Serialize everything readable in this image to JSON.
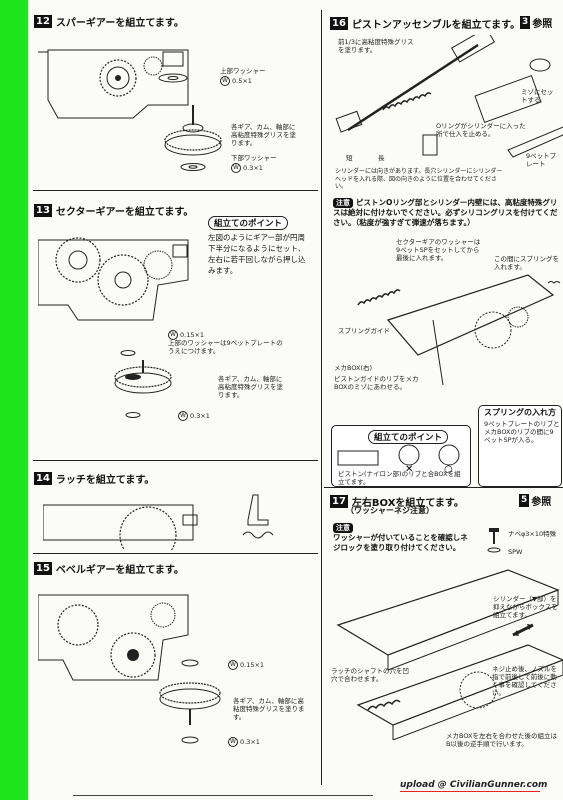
{
  "s12": {
    "num": "12",
    "title": "スパーギアーを組立てます。",
    "lbl_upper_washer": "上部ワッシャー",
    "lbl_w05": "0.5×1",
    "lbl_grease": "各ギア、カム、軸部に高粘度特殊グリスを塗ります。",
    "lbl_lower_washer": "下部ワッシャー",
    "lbl_w03": "0.3×1"
  },
  "s13": {
    "num": "13",
    "title": "セクターギアーを組立てます。",
    "point_title": "組立てのポイント",
    "point_text": "左図のようにギアー部が円周下半分になるようにセット、左右に若干回しながら押し込みます。",
    "lbl_w015": "0.15×1",
    "lbl_washer_plate": "上部のワッシャーは9ベットプレートのうえにつけます。",
    "lbl_grease": "各ギア、カム、軸部に高粘度特殊グリスを塗ります。",
    "lbl_w03": "0.3×1"
  },
  "s14": {
    "num": "14",
    "title": "ラッチを組立てます。"
  },
  "s15": {
    "num": "15",
    "title": "ベベルギアーを組立てます。",
    "lbl_w015": "0.15×1",
    "lbl_grease": "各ギア、カム、軸部に高粘度特殊グリスを塗ります。",
    "lbl_w03": "0.3×1"
  },
  "s16": {
    "num": "16",
    "title": "ピストンアッセンブルを組立てます。",
    "ref_num": "3",
    "ref_label": "参照",
    "lbl_grease13": "前1/3に高粘度特殊グリスを塗ります。",
    "lbl_mini": "ミゾにセットする",
    "lbl_cylinder_in": "Oリングがシリンダーに入った所で仕入を止める。",
    "lbl_9pet": "9ペットプレート",
    "lbl_cyl_note": "シリンダーには向きがあります。長穴シリンダーにシリンダーヘッドを入れる際、図の向きのように位置を合わせてください。",
    "lbl_short": "短",
    "lbl_long": "長",
    "warn_badge": "注意",
    "warn_text": "ピストンOリング部とシリンダー内壁には、高粘度特殊グリスは絶対に付けないでください。必ずシリコングリスを付けてください。（粘度が強すぎて弾速が落ちます。）",
    "lbl_sector_washer": "セクターギアのワッシャーは9ペットSPをセットしてから最後に入れます。",
    "lbl_spring_here": "この間にスプリングを入れます。",
    "lbl_spring_guide": "スプリングガイド",
    "lbl_mech_box": "メカBOX(右)",
    "lbl_guide_rib": "ピストンガイドのリブをメカBOXのミゾにあわせる。",
    "point_title": "組立てのポイント",
    "point_text": "ピストン(ナイロン部)のリブと合BOXを組立てます。",
    "spring_title": "スプリングの入れ方",
    "spring_text": "9ペットプレートのリブとメカBOXのリブの間に9ペットSPが入る。"
  },
  "s17": {
    "num": "17",
    "title": "左右BOXを組立てます。",
    "subtitle": "（ワッシャーネジ注意）",
    "ref_num": "5",
    "ref_label": "参照",
    "warn_badge": "注意",
    "warn_text": "ワッシャーが付いていることを確認しネジロックを塗り取り付けてください。",
    "lbl_screw": "ナベφ3×10特殊",
    "lbl_spw": "SPW",
    "lbl_cylinder_push": "シリンダー（▼部）を抑えながらボックスを組立てます。",
    "lbl_screw_check": "ネジ止め後、ノズルを指で前後して前後に動く事を確認してください。",
    "lbl_latch_shaft": "ラッチのシャフトの穴を凹穴で合わせます。",
    "lbl_mech_box": "メカBOXを左右を合わせた後の組立はB以後の逆手順で行います。"
  },
  "footer": {
    "upload": "upload @ CivilianGunner.com"
  },
  "colors": {
    "accent": "#1ee41e",
    "ink": "#111111",
    "warn": "#e22222"
  }
}
